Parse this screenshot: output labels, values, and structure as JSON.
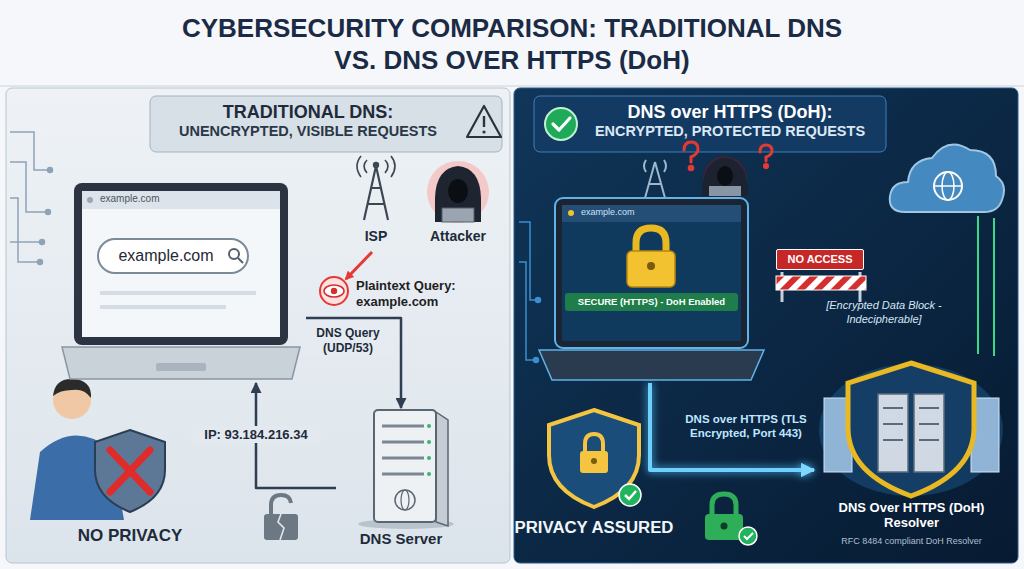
{
  "diagram": {
    "title": "CYBERSECURITY COMPARISON: TRADITIONAL DNS VS. DNS OVER HTTPS (DoH)",
    "nodes": [
      {
        "text": [
          "TRADITIONAL DNS:",
          "UNENCRYPTED, VISIBLE REQUESTS"
        ]
      },
      {
        "text": [
          "example.com",
          "example.com"
        ],
        "in": 0
      },
      {
        "text": [
          "ISP"
        ],
        "in": 0
      },
      {
        "text": [
          "Attacker"
        ],
        "in": 0
      },
      {
        "text": [
          "DNS Server"
        ],
        "in": 0
      },
      {
        "text": [
          "DNS over HTTPS (DoH):",
          "ENCRYPTED, PROTECTED REQUESTS"
        ]
      },
      {
        "text": [
          "example.com",
          "SECURE (HTTPS) - DoH Enabled"
        ],
        "in": 5
      },
      {
        "text": [
          "DNS Over HTTPS (DoH) Resolver",
          "RFC 8484 compliant DoH Resolver"
        ],
        "in": 5
      }
    ],
    "edges": [
      {
        "from": 1,
        "to": 4,
        "label": "DNS Query (UDP/53)",
        "arrow": "to"
      },
      {
        "from": 4,
        "to": 1,
        "label": "IP: 93.184.216.34",
        "arrow": "to"
      },
      {
        "from": 6,
        "to": 7,
        "label": "DNS over HTTPS (TLS Encrypted, Port 443)",
        "arrow": "to"
      }
    ],
    "labels": [
      "Plaintext Query: example.com",
      "NO PRIVACY",
      "NO ACCESS",
      "[Encrypted Data Block - Indecipherable]",
      "PRIVACY ASSURED"
    ]
  }
}
